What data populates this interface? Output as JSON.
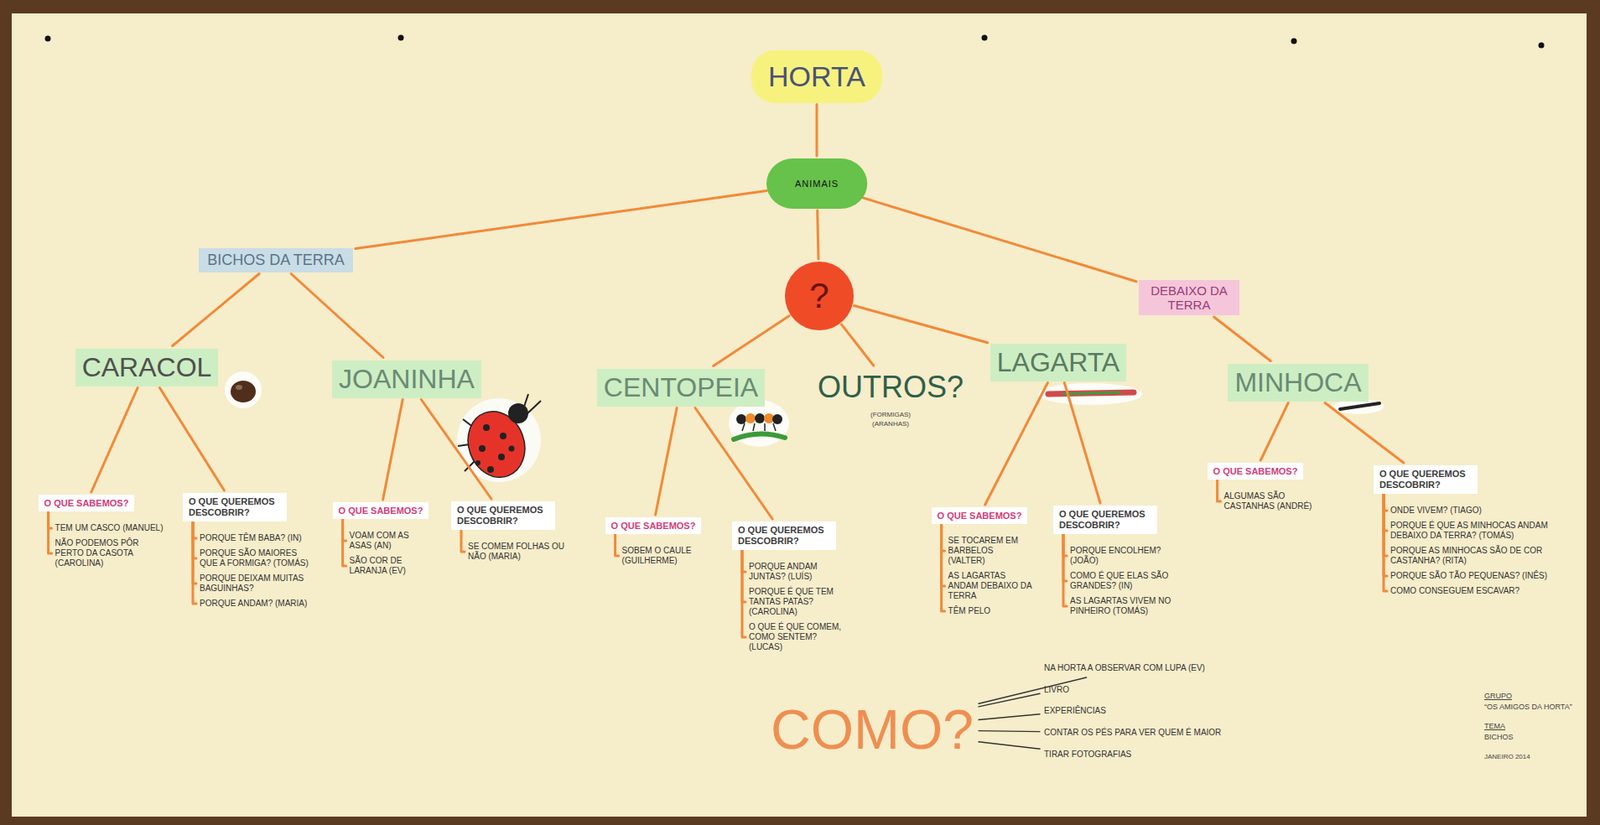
{
  "diagram": {
    "nodes": [
      {
        "text": [
          "HORTA"
        ]
      },
      {
        "text": [
          "ANIMAIS"
        ]
      },
      {
        "text": [
          "BICHOS DA TERRA"
        ]
      },
      {
        "text": [
          "?"
        ]
      },
      {
        "text": [
          "DEBAIXO DA TERRA"
        ]
      },
      {
        "text": [
          "CARACOL"
        ]
      },
      {
        "text": [
          "JOANINHA"
        ]
      },
      {
        "text": [
          "CENTOPEIA"
        ]
      },
      {
        "text": [
          "OUTROS?"
        ]
      },
      {
        "text": [
          "LAGARTA"
        ]
      },
      {
        "text": [
          "MINHOCA"
        ]
      },
      {
        "text": [
          "O QUE SABEMOS?"
        ]
      },
      {
        "text": [
          "TEM UM CASCO (MANUEL)"
        ]
      },
      {
        "text": [
          "NÃO PODEMOS PÔR PERTO DA CASOTA (CAROLINA)"
        ]
      },
      {
        "text": [
          "O QUE QUEREMOS DESCOBRIR?"
        ]
      },
      {
        "text": [
          "PORQUE TÊM BABA? (IN)"
        ]
      },
      {
        "text": [
          "PORQUE SÃO MAIORES QUE A FORMIGA? (TOMÁS)"
        ]
      },
      {
        "text": [
          "PORQUE DEIXAM MUITAS BAGUINHAS?"
        ]
      },
      {
        "text": [
          "PORQUE ANDAM? (MARIA)"
        ]
      },
      {
        "text": [
          "O QUE SABEMOS?"
        ]
      },
      {
        "text": [
          "VOAM COM AS ASAS (AN)"
        ]
      },
      {
        "text": [
          "SÃO COR DE LARANJA (EV)"
        ]
      },
      {
        "text": [
          "O QUE QUEREMOS DESCOBRIR?"
        ]
      },
      {
        "text": [
          "SE COMEM FOLHAS OU NÃO (MARIA)"
        ]
      },
      {
        "text": [
          "O QUE SABEMOS?"
        ]
      },
      {
        "text": [
          "SOBEM O CAULE (GUILHERME)"
        ]
      },
      {
        "text": [
          "O QUE QUEREMOS DESCOBRIR?"
        ]
      },
      {
        "text": [
          "PORQUE ANDAM JUNTAS? (LUÍS)"
        ]
      },
      {
        "text": [
          "PORQUE É QUE TEM TANTAS PATAS? (CAROLINA)"
        ]
      },
      {
        "text": [
          "O QUE É QUE COMEM, COMO SENTEM? (LUCAS)"
        ]
      },
      {
        "text": [
          "O QUE SABEMOS?"
        ]
      },
      {
        "text": [
          "SE TOCAREM EM BARBELOS (VALTER)"
        ]
      },
      {
        "text": [
          "AS LAGARTAS ANDAM DEBAIXO DA TERRA"
        ]
      },
      {
        "text": [
          "TÊM PELO"
        ]
      },
      {
        "text": [
          "O QUE QUEREMOS DESCOBRIR?"
        ]
      },
      {
        "text": [
          "PORQUE ENCOLHEM? (JOÃO)"
        ]
      },
      {
        "text": [
          "COMO É QUE ELAS SÃO GRANDES? (IN)"
        ]
      },
      {
        "text": [
          "AS LAGARTAS VIVEM NO PINHEIRO (TOMÁS)"
        ]
      },
      {
        "text": [
          "O QUE SABEMOS?"
        ]
      },
      {
        "text": [
          "ALGUMAS SÃO CASTANHAS (ANDRÉ)"
        ]
      },
      {
        "text": [
          "O QUE QUEREMOS DESCOBRIR?"
        ]
      },
      {
        "text": [
          "ONDE VIVEM? (TIAGO)"
        ]
      },
      {
        "text": [
          "PORQUE É QUE AS MINHOCAS ANDAM DEBAIXO DA TERRA? (TOMÁS)"
        ]
      },
      {
        "text": [
          "PORQUE AS MINHOCAS SÃO DE COR CASTANHA? (RITA)"
        ]
      },
      {
        "text": [
          "PORQUE SÃO TÃO PEQUENAS? (INÊS)"
        ]
      },
      {
        "text": [
          "COMO CONSEGUEM ESCAVAR?"
        ]
      },
      {
        "text": [
          "COMO?"
        ]
      },
      {
        "text": [
          "NA HORTA A OBSERVAR COM LUPA (EV)"
        ]
      },
      {
        "text": [
          "LIVRO"
        ]
      },
      {
        "text": [
          "EXPERIÊNCIAS"
        ]
      },
      {
        "text": [
          "CONTAR OS PÉS PARA VER QUEM É MAIOR"
        ]
      },
      {
        "text": [
          "TIRAR FOTOGRAFIAS"
        ]
      }
    ],
    "edges": [
      {
        "from": 0,
        "to": 1,
        "arrow": "none"
      },
      {
        "from": 1,
        "to": 2,
        "arrow": "none"
      },
      {
        "from": 1,
        "to": 3,
        "arrow": "none"
      },
      {
        "from": 1,
        "to": 4,
        "arrow": "none"
      },
      {
        "from": 2,
        "to": 5,
        "arrow": "none"
      },
      {
        "from": 2,
        "to": 6,
        "arrow": "none"
      },
      {
        "from": 3,
        "to": 7,
        "arrow": "none"
      },
      {
        "from": 3,
        "to": 8,
        "arrow": "none"
      },
      {
        "from": 3,
        "to": 9,
        "arrow": "none"
      },
      {
        "from": 4,
        "to": 10,
        "arrow": "none"
      },
      {
        "from": 5,
        "to": 11,
        "arrow": "none"
      },
      {
        "from": 5,
        "to": 14,
        "arrow": "none"
      },
      {
        "from": 6,
        "to": 19,
        "arrow": "none"
      },
      {
        "from": 6,
        "to": 22,
        "arrow": "none"
      },
      {
        "from": 7,
        "to": 24,
        "arrow": "none"
      },
      {
        "from": 7,
        "to": 26,
        "arrow": "none"
      },
      {
        "from": 9,
        "to": 30,
        "arrow": "none"
      },
      {
        "from": 9,
        "to": 34,
        "arrow": "none"
      },
      {
        "from": 10,
        "to": 38,
        "arrow": "none"
      },
      {
        "from": 10,
        "to": 40,
        "arrow": "none"
      },
      {
        "from": 11,
        "to": 12,
        "arrow": "none"
      },
      {
        "from": 11,
        "to": 13,
        "arrow": "none"
      },
      {
        "from": 14,
        "to": 15,
        "arrow": "none"
      },
      {
        "from": 14,
        "to": 16,
        "arrow": "none"
      },
      {
        "from": 14,
        "to": 17,
        "arrow": "none"
      },
      {
        "from": 14,
        "to": 18,
        "arrow": "none"
      },
      {
        "from": 19,
        "to": 20,
        "arrow": "none"
      },
      {
        "from": 19,
        "to": 21,
        "arrow": "none"
      },
      {
        "from": 22,
        "to": 23,
        "arrow": "none"
      },
      {
        "from": 24,
        "to": 25,
        "arrow": "none"
      },
      {
        "from": 26,
        "to": 27,
        "arrow": "none"
      },
      {
        "from": 26,
        "to": 28,
        "arrow": "none"
      },
      {
        "from": 26,
        "to": 29,
        "arrow": "none"
      },
      {
        "from": 30,
        "to": 31,
        "arrow": "none"
      },
      {
        "from": 30,
        "to": 32,
        "arrow": "none"
      },
      {
        "from": 30,
        "to": 33,
        "arrow": "none"
      },
      {
        "from": 34,
        "to": 35,
        "arrow": "none"
      },
      {
        "from": 34,
        "to": 36,
        "arrow": "none"
      },
      {
        "from": 34,
        "to": 37,
        "arrow": "none"
      },
      {
        "from": 38,
        "to": 39,
        "arrow": "none"
      },
      {
        "from": 40,
        "to": 41,
        "arrow": "none"
      },
      {
        "from": 40,
        "to": 42,
        "arrow": "none"
      },
      {
        "from": 40,
        "to": 43,
        "arrow": "none"
      },
      {
        "from": 40,
        "to": 44,
        "arrow": "none"
      },
      {
        "from": 40,
        "to": 45,
        "arrow": "none"
      },
      {
        "from": 46,
        "to": 47,
        "arrow": "none"
      },
      {
        "from": 46,
        "to": 48,
        "arrow": "none"
      },
      {
        "from": 46,
        "to": 49,
        "arrow": "none"
      },
      {
        "from": 46,
        "to": 50,
        "arrow": "none"
      },
      {
        "from": 46,
        "to": 51,
        "arrow": "none"
      }
    ],
    "labels": [
      "(FORMIGAS)",
      "(ARANHAS)",
      "GRUPO",
      "“OS AMIGOS DA HORTA”",
      "TEMA",
      "BICHOS",
      "JANEIRO 2014"
    ]
  }
}
